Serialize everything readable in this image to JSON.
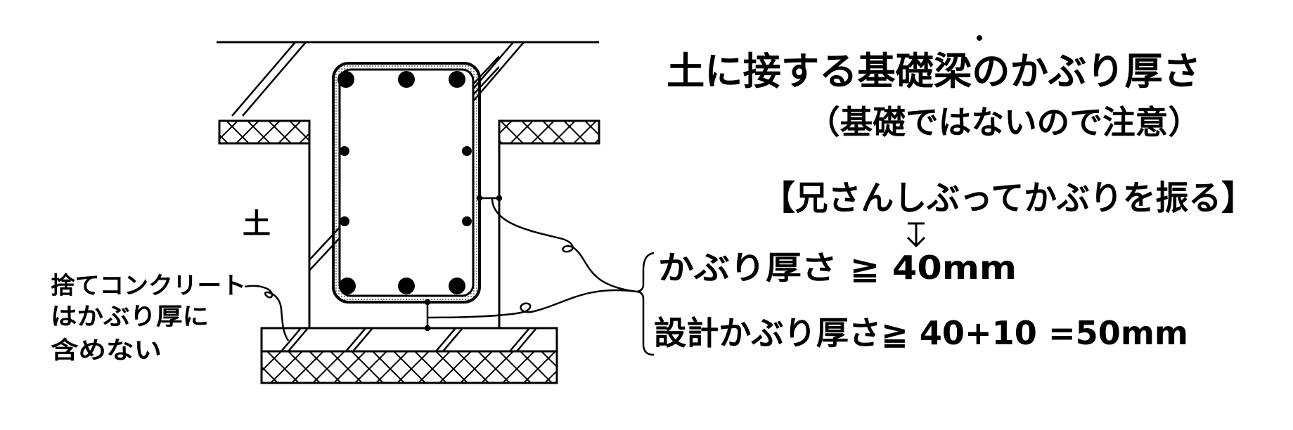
{
  "title": "土に接する基礎梁のかぶり厚さ",
  "subtitle": "（基礎ではないので注意）",
  "mnemonic": "【兄さんしぶってかぶりを振る】",
  "soil_label": "土",
  "lean_concrete_note": [
    "捨てコンクリート",
    "はかぶり厚に",
    "含めない"
  ],
  "cover_line": "かぶり厚さ ≧ 40mm",
  "design_cover_line": "設計かぶり厚さ≧ 40+10 =50mm",
  "colors": {
    "ink": "#000000",
    "background": "#ffffff"
  }
}
